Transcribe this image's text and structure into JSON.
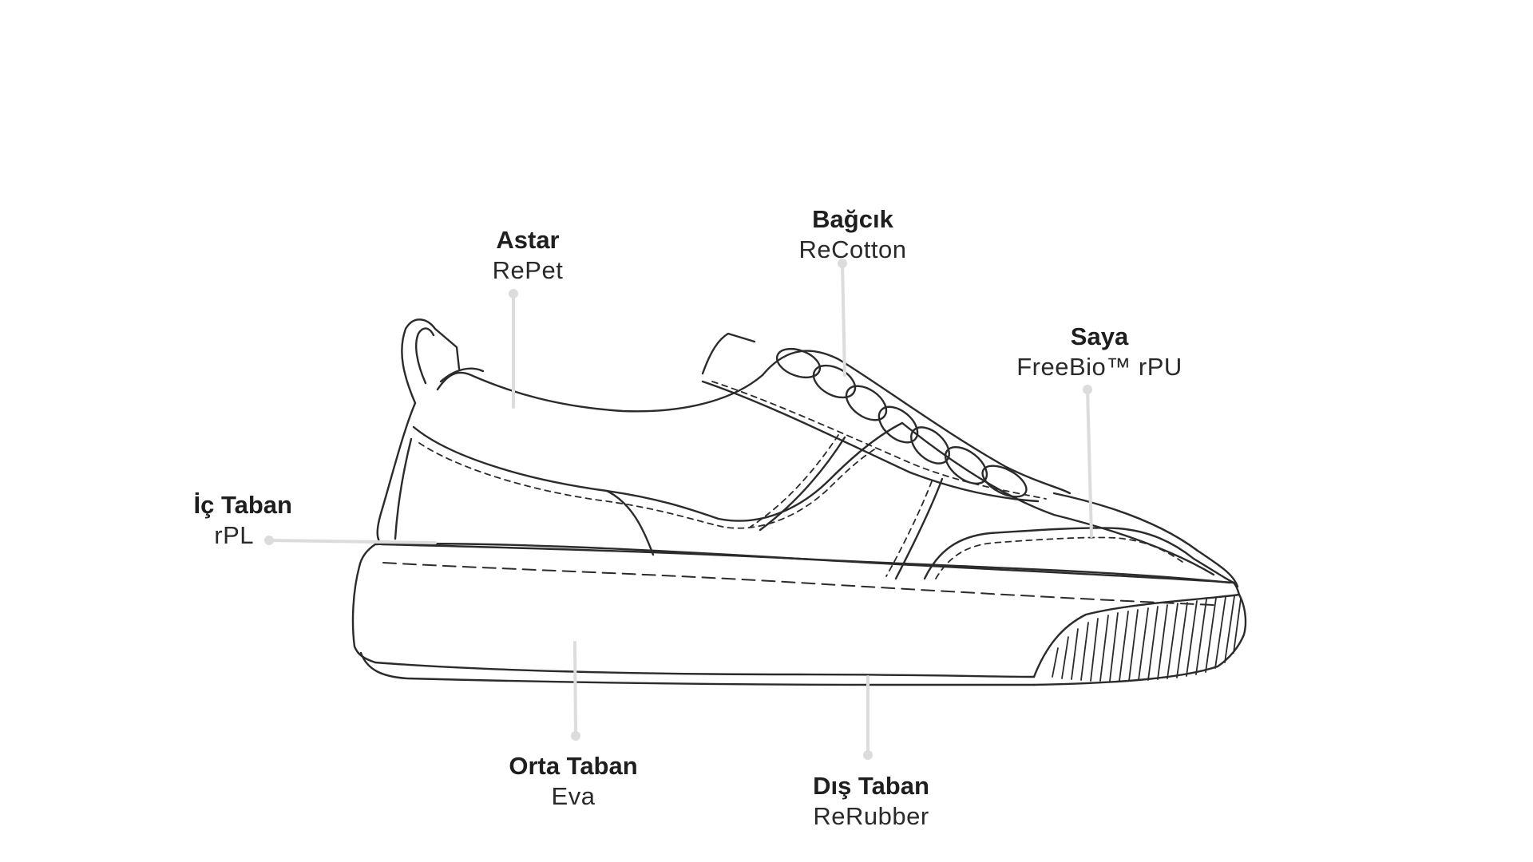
{
  "colors": {
    "outline": "#2b2b2b",
    "leader": "#dcdcdc",
    "text": "#222222",
    "background": "#ffffff"
  },
  "parts": {
    "astar": {
      "name": "Astar",
      "material": "RePet"
    },
    "bagcik": {
      "name": "Bağcık",
      "material": "ReCotton"
    },
    "saya": {
      "name": "Saya",
      "material": "FreeBio™ rPU"
    },
    "ic_taban": {
      "name": "İç Taban",
      "material": "rPL"
    },
    "orta_taban": {
      "name": "Orta Taban",
      "material": "Eva"
    },
    "dis_taban": {
      "name": "Dış Taban",
      "material": "ReRubber"
    }
  }
}
